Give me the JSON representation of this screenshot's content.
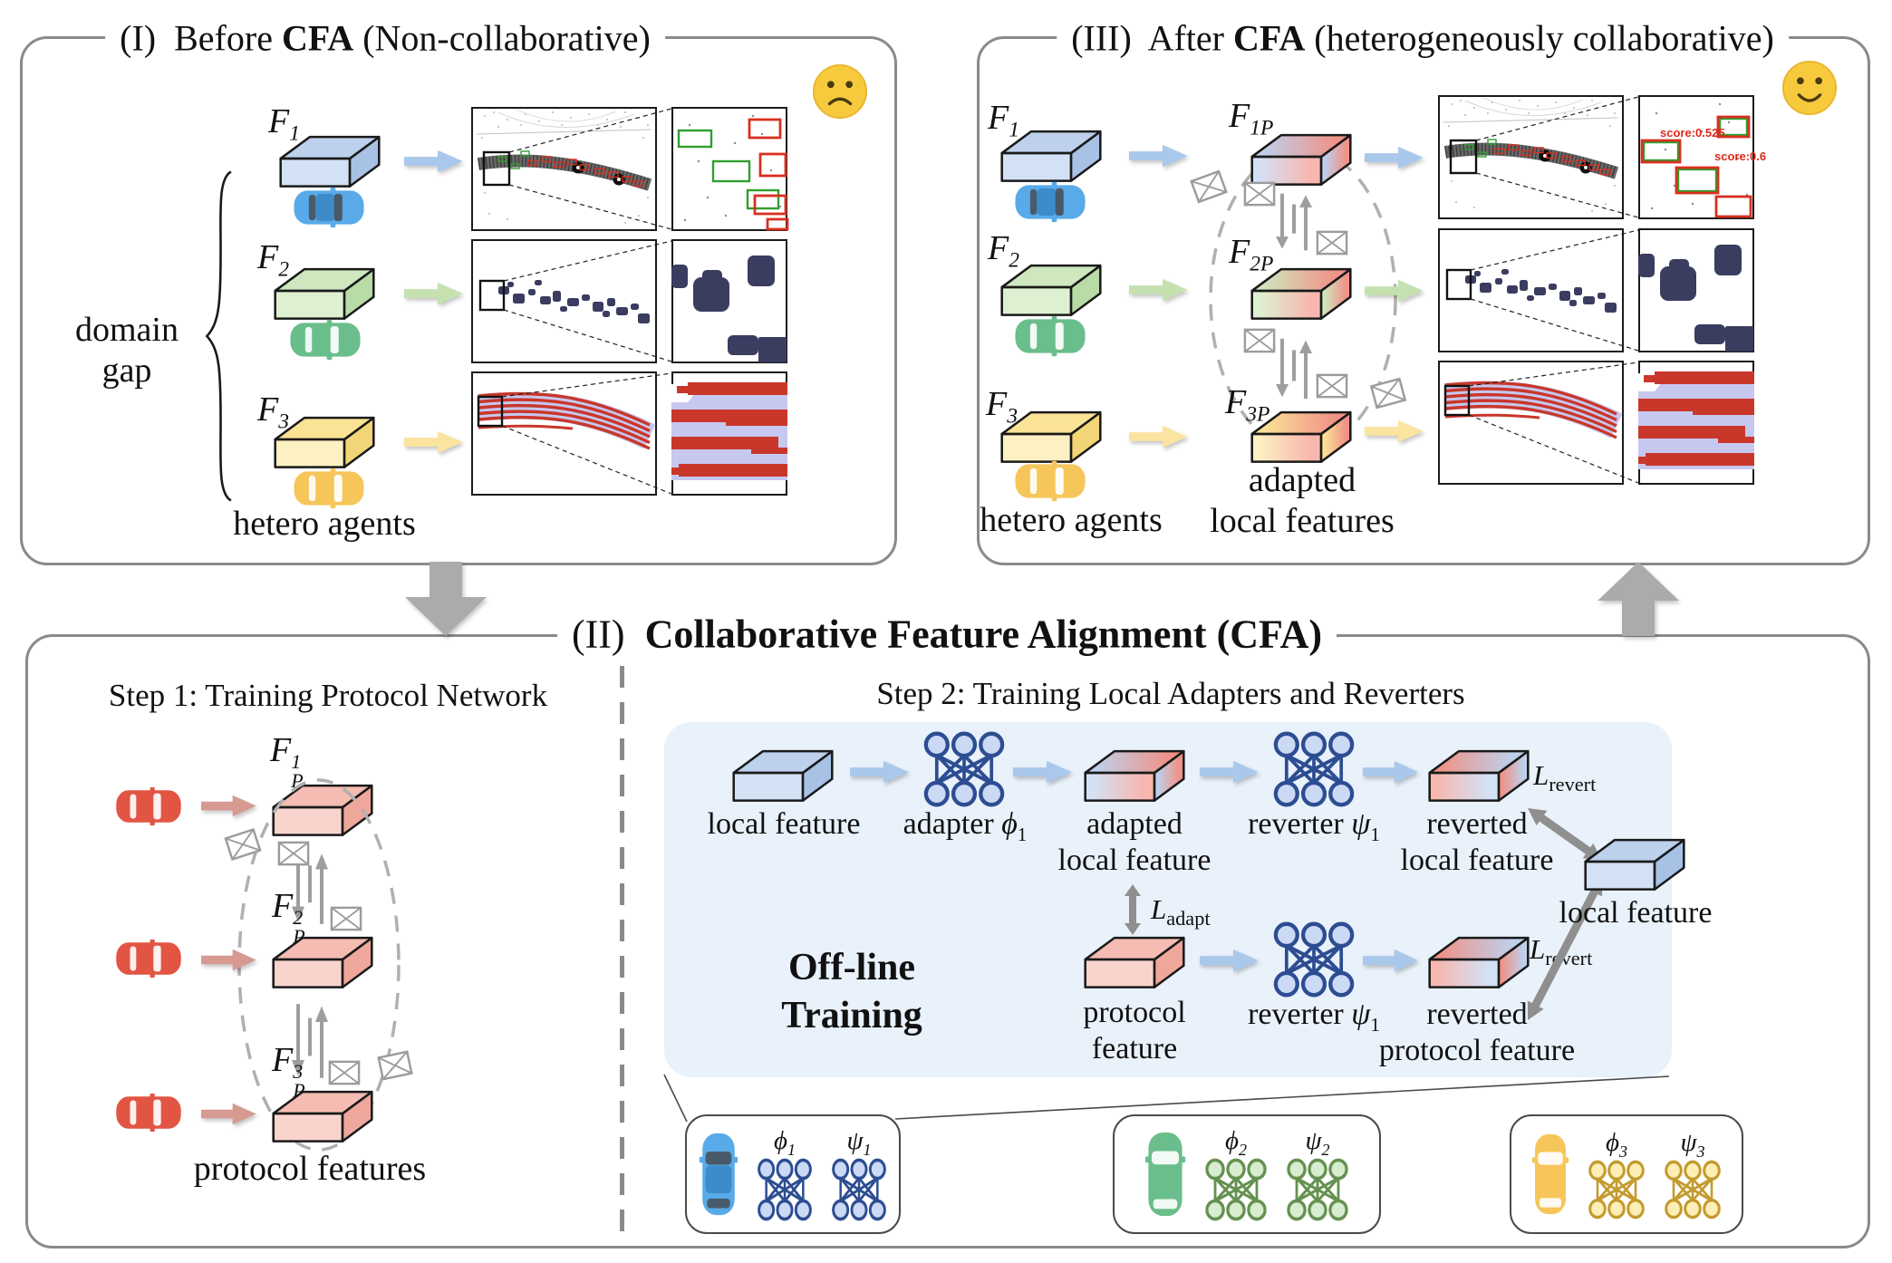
{
  "palette": {
    "agent1_blue": "#58aae8",
    "agent2_green": "#6abe8b",
    "agent3_yellow": "#f6c65a",
    "protocol_red": "#e25543",
    "slab_blue": "#bdd1ec",
    "slab_green": "#cfe7bf",
    "slab_yellow": "#fbe396",
    "slab_pink": "#f5bcb3",
    "slab_adapted_red": "#f09287",
    "net_blue": "#2d4d92",
    "net_green": "#659150",
    "net_yellow": "#c39b2e",
    "offline_box_bg": "#e9f1fa",
    "panel_border": "#8a8a8a",
    "smiley_yellow": "#f7ca3e",
    "detection_red": "#d83020",
    "detection_green": "#2f9e2f",
    "blob_navy": "#3a3c60",
    "lane_lavender": "#c7c8f0",
    "lane_red": "#c9372a",
    "score_red": "#e02818",
    "arrow_gray": "#9e9e9e"
  },
  "panel1": {
    "title": {
      "pre": "(I)  Before ",
      "bold": "CFA",
      "post": " (Non-collaborative)"
    },
    "domain_gap_l1": "domain",
    "domain_gap_l2": "gap",
    "hetero_agents": "hetero agents",
    "f1": {
      "base": "F",
      "sub": "1"
    },
    "f2": {
      "base": "F",
      "sub": "2"
    },
    "f3": {
      "base": "F",
      "sub": "3"
    }
  },
  "panel3": {
    "title": {
      "pre": "(III)  After ",
      "bold": "CFA",
      "post": " (heterogeneously collaborative)"
    },
    "hetero_agents": "hetero agents",
    "adapted_l1": "adapted",
    "adapted_l2": "local features",
    "f1": {
      "base": "F",
      "sub": "1"
    },
    "f2": {
      "base": "F",
      "sub": "2"
    },
    "f3": {
      "base": "F",
      "sub": "3"
    },
    "f1p": {
      "base": "F",
      "sub": "1P"
    },
    "f2p": {
      "base": "F",
      "sub": "2P"
    },
    "f3p": {
      "base": "F",
      "sub": "3P"
    },
    "score1": "score:0.525",
    "score2": "score:0.6"
  },
  "panel2": {
    "title": {
      "pre": "(II)  ",
      "bold": "Collaborative Feature Alignment (CFA)"
    },
    "step1": {
      "heading": "Step 1: Training Protocol Network",
      "fp1": {
        "base": "F",
        "sup": "1",
        "sub": "P"
      },
      "fp2": {
        "base": "F",
        "sup": "2",
        "sub": "P"
      },
      "fp3": {
        "base": "F",
        "sup": "3",
        "sub": "P"
      },
      "protocol_features": "protocol features"
    },
    "step2": {
      "heading": "Step 2: Training Local Adapters and Reverters",
      "local_feature": "local feature",
      "adapter_text": "adapter ",
      "adapter_sym": "ϕ",
      "adapter_sub": "1",
      "adapted_l1": "adapted",
      "adapted_l2": "local feature",
      "reverter_text": "reverter ",
      "reverter_sym": "ψ",
      "reverter_sub": "1",
      "reverted_l1": "reverted",
      "reverted_l2": "local feature",
      "l_revert": {
        "base": "L",
        "sub": "revert"
      },
      "l_adapt": {
        "base": "L",
        "sub": "adapt"
      },
      "offline_l1": "Off-line",
      "offline_l2": "Training",
      "protocol_l1": "protocol",
      "protocol_l2": "feature",
      "reverted_p_l1": "reverted",
      "reverted_p_l2": "protocol feature",
      "local_feature_right": "local feature"
    },
    "agents": [
      {
        "phi_sym": "ϕ",
        "phi_sub": "1",
        "psi_sym": "ψ",
        "psi_sub": "1"
      },
      {
        "phi_sym": "ϕ",
        "phi_sub": "2",
        "psi_sym": "ψ",
        "psi_sub": "2"
      },
      {
        "phi_sym": "ϕ",
        "phi_sub": "3",
        "psi_sym": "ψ",
        "psi_sub": "3"
      }
    ]
  }
}
